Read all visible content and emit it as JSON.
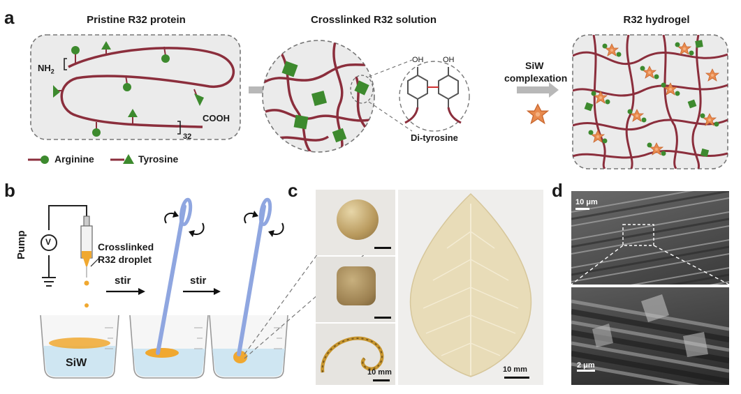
{
  "panels": {
    "a": {
      "letter": "a",
      "titles": {
        "pristine": "Pristine R32 protein",
        "crosslinked": "Crosslinked R32 solution",
        "hydrogel": "R32 hydrogel"
      },
      "nh2": "NH",
      "nh2_sub": "2",
      "cooh": "COOH",
      "repeat": "32",
      "oh1": "OH",
      "oh2": "OH",
      "di_tyrosine": "Di-tyrosine",
      "siw_label_1": "SiW",
      "siw_label_2": "complexation",
      "legend": {
        "arginine": "Arginine",
        "tyrosine": "Tyrosine"
      }
    },
    "b": {
      "letter": "b",
      "pump": "Pump",
      "voltmeter": "V",
      "droplet_line1": "Crosslinked",
      "droplet_line2": "R32 droplet",
      "stir1": "stir",
      "stir2": "stir",
      "siw": "SiW"
    },
    "c": {
      "letter": "c",
      "scale_small": "10 mm",
      "scale_leaf": "10 mm"
    },
    "d": {
      "letter": "d",
      "scale_top": "10 μm",
      "scale_bottom": "2 μm"
    }
  },
  "colors": {
    "protein": "#8b2e3c",
    "green": "#3d8a2e",
    "box_fill": "#ebebeb",
    "cluster": "#e88a4e",
    "stirrer": "#8fa6e0",
    "droplet": "#f0a830",
    "leaf": "#e8dcb8"
  }
}
